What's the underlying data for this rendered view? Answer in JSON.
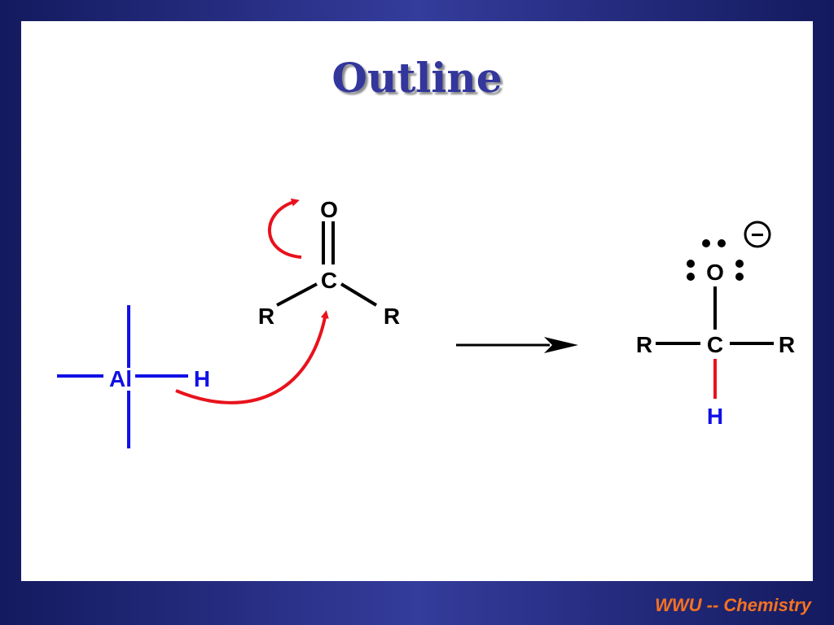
{
  "slide": {
    "title": "Outline",
    "footer": "WWU -- Chemistry"
  },
  "diagram": {
    "reagent": {
      "metal": "Al",
      "hydride": "H"
    },
    "carbonyl": {
      "oxygen": "O",
      "carbon": "C",
      "r_left": "R",
      "r_right": "R"
    },
    "product": {
      "oxygen": "O",
      "carbon": "C",
      "r_left": "R",
      "r_right": "R",
      "hydrogen": "H",
      "charge": "−"
    },
    "colors": {
      "reagent": "#1010e6",
      "arrow": "#e8121c",
      "bond": "#000000",
      "title": "#33369b",
      "footer": "#f5721f"
    }
  }
}
